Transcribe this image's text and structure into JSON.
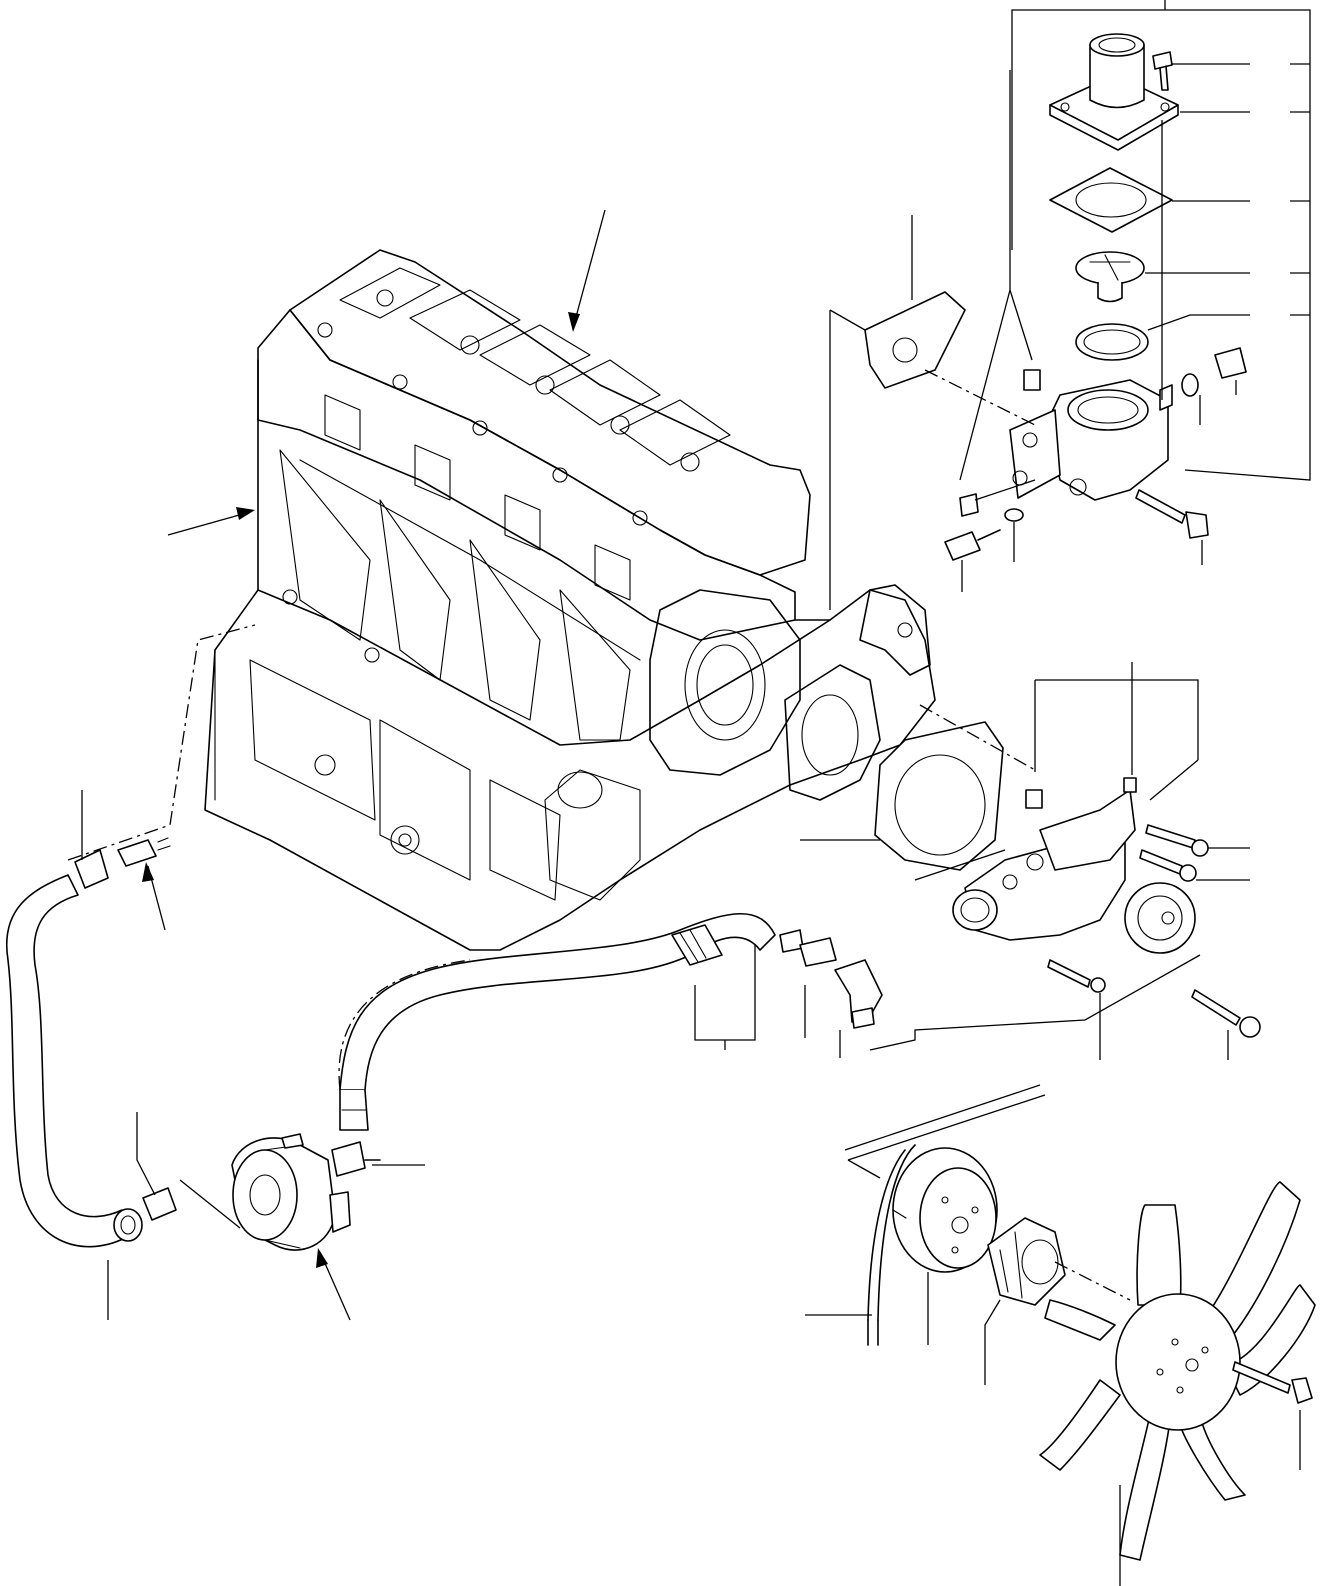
{
  "diagram": {
    "kind": "exploded-parts-view",
    "subject_components": [
      "engine-block-assembly",
      "thermostat-housing-assembly",
      "water-pump-assembly",
      "oil-cooler",
      "cooling-hoses",
      "fan-and-pulley-assembly"
    ],
    "callout_numbers_visible": false
  }
}
